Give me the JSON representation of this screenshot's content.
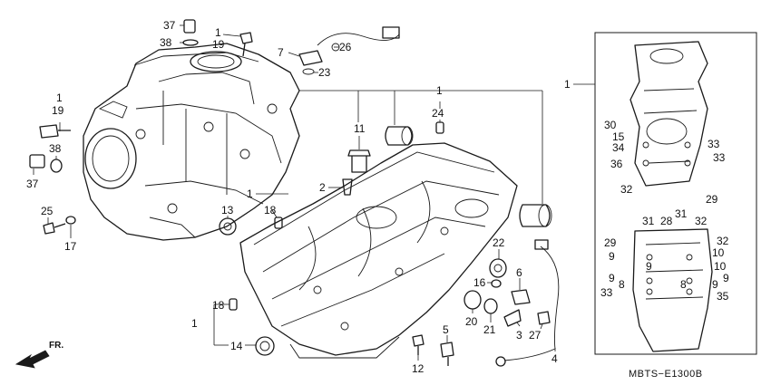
{
  "diagram_code": "MBTS−E1300B",
  "direction_label": "FR.",
  "callouts": {
    "c1a": "1",
    "c1b": "1",
    "c1c": "1",
    "c1d": "1",
    "c1e": "1",
    "c1f": "1",
    "c2": "2",
    "c3": "3",
    "c4": "4",
    "c5": "5",
    "c6": "6",
    "c7": "7",
    "c8a": "8",
    "c8b": "8",
    "c9a": "9",
    "c9b": "9",
    "c9c": "9",
    "c9d": "9",
    "c9e": "9",
    "c10a": "10",
    "c10b": "10",
    "c11": "11",
    "c12": "12",
    "c13": "13",
    "c14": "14",
    "c15": "15",
    "c16": "16",
    "c17": "17",
    "c18a": "18",
    "c18b": "18",
    "c19a": "19",
    "c19b": "19",
    "c20": "20",
    "c21": "21",
    "c22": "22",
    "c23": "23",
    "c24": "24",
    "c25": "25",
    "c26": "26",
    "c27": "27",
    "c28": "28",
    "c29a": "29",
    "c29b": "29",
    "c30": "30",
    "c31a": "31",
    "c31b": "31",
    "c32a": "32",
    "c32b": "32",
    "c32c": "32",
    "c33a": "33",
    "c33b": "33",
    "c33c": "33",
    "c34": "34",
    "c35": "35",
    "c36": "36",
    "c37a": "37",
    "c37b": "37",
    "c38a": "38",
    "c38b": "38"
  }
}
